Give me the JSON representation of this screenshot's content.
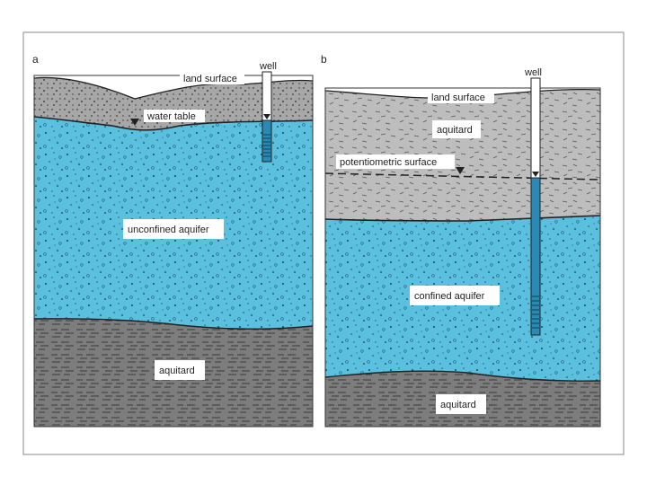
{
  "panels": [
    {
      "letter": "a",
      "labels": {
        "well": "well",
        "land_surface": "land surface",
        "water_table": "water table",
        "unconfined_aquifer": "unconfined aquifer",
        "aquitard_bottom": "aquitard"
      }
    },
    {
      "letter": "b",
      "labels": {
        "well": "well",
        "land_surface": "land surface",
        "aquitard_top": "aquitard",
        "potentiometric_surface": "potentiometric surface",
        "confined_aquifer": "confined aquifer",
        "aquitard_bottom": "aquitard"
      }
    }
  ],
  "colors": {
    "aquifer": "#5bc0de",
    "aquifer_speckle": "#1d5f80",
    "gravel_top": "#a7a7a7",
    "aquitard_light": "#bdbdbd",
    "aquitard_dark": "#7d7d7d",
    "well_blue": "#2a8ab5",
    "outline": "#222222"
  }
}
